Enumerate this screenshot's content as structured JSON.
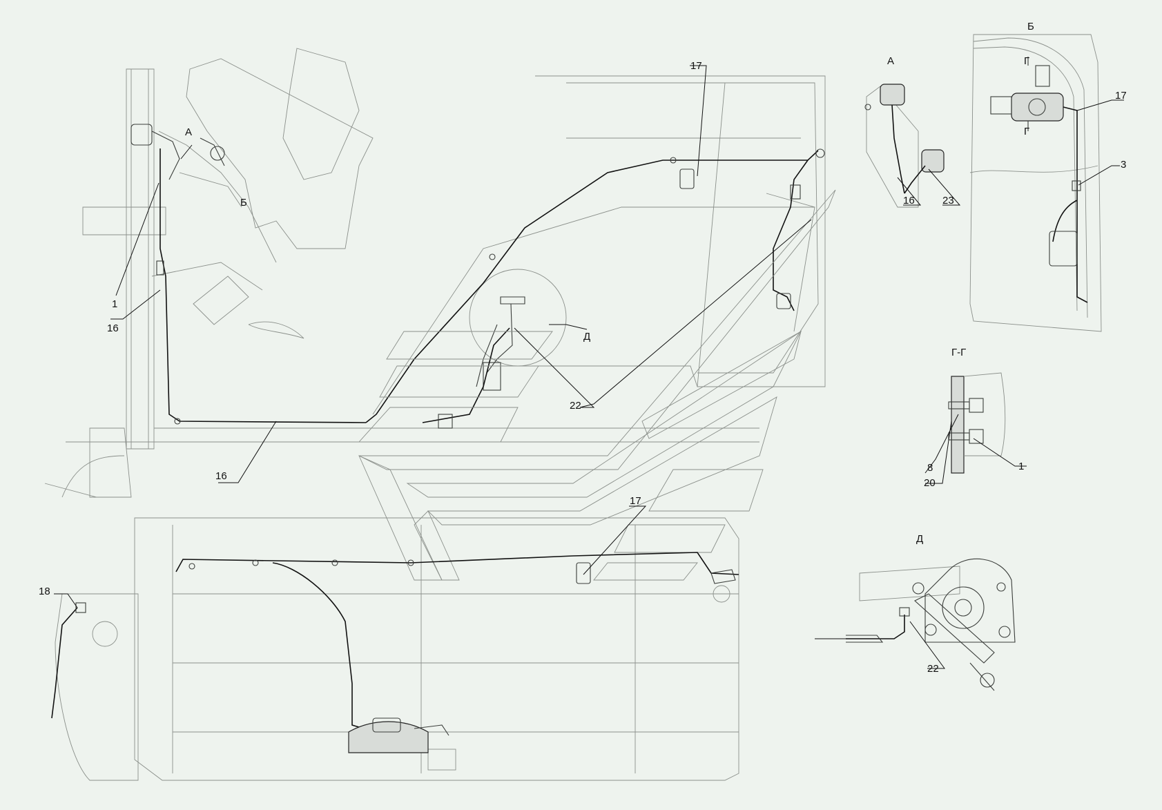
{
  "diagram": {
    "callouts": [
      {
        "id": "c-1",
        "text": "1"
      },
      {
        "id": "c-16a",
        "text": "16"
      },
      {
        "id": "c-16b",
        "text": "16"
      },
      {
        "id": "c-17a",
        "text": "17"
      },
      {
        "id": "c-17b",
        "text": "17"
      },
      {
        "id": "c-18",
        "text": "18"
      },
      {
        "id": "c-22a",
        "text": "22"
      },
      {
        "id": "c-22b",
        "text": "22"
      }
    ],
    "view_marks": {
      "a_main": "А",
      "b_main": "Б",
      "d_main": "Д"
    },
    "detail_a": {
      "title": "А",
      "callouts": [
        "16",
        "23"
      ]
    },
    "detail_b": {
      "title": "Б",
      "section_mark": "Г",
      "callouts": [
        "17",
        "3"
      ]
    },
    "section_gg": {
      "title": "Г-Г",
      "callouts": [
        "8",
        "20",
        "1"
      ]
    },
    "detail_d": {
      "title": "Д",
      "callouts": [
        "22"
      ]
    }
  }
}
